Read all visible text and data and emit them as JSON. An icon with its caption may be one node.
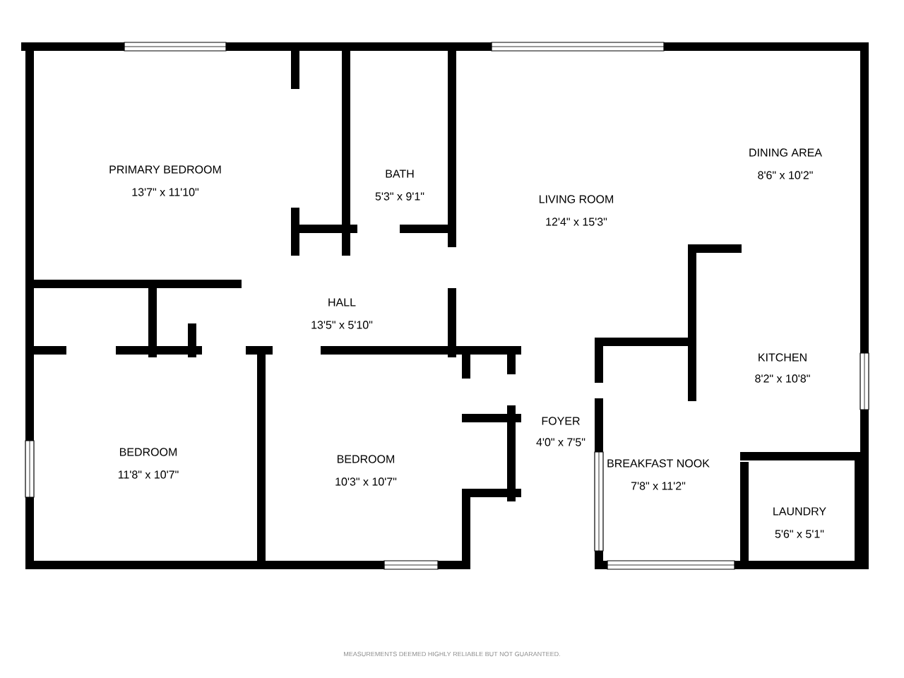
{
  "diagram": {
    "labels": [
      "PRIMARY BEDROOM",
      "13'7\" x 11'10\"",
      "BATH",
      "5'3\" x 9'1\"",
      "DINING AREA",
      "8'6\" x 10'2\"",
      "LIVING ROOM",
      "12'4\" x 15'3\"",
      "HALL",
      "13'5\" x 5'10\"",
      "KITCHEN",
      "8'2\" x 10'8\"",
      "FOYER",
      "4'0\" x 7'5\"",
      "BEDROOM",
      "11'8\" x 10'7\"",
      "BEDROOM",
      "10'3\" x 10'7\"",
      "BREAKFAST NOOK",
      "7'8\" x 11'2\"",
      "LAUNDRY",
      "5'6\" x 5'1\"",
      "MEASUREMENTS DEEMED HIGHLY RELIABLE BUT NOT GUARANTEED."
    ]
  }
}
